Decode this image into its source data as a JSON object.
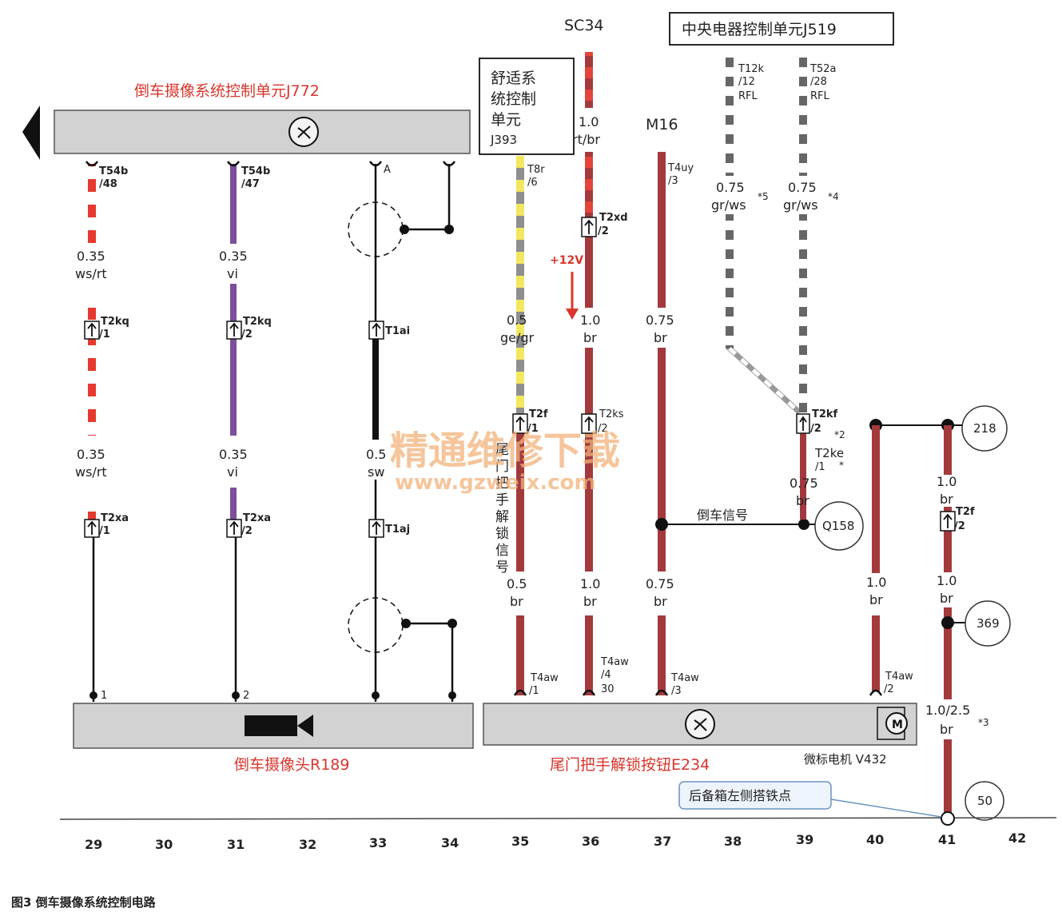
{
  "units": {
    "j772": "倒车摄像系统控制单元J772",
    "j393": [
      "舒适系",
      "统控制",
      "单元",
      "J393"
    ],
    "j519": "中央电器控制单元J519",
    "r189": "倒车摄像头R189",
    "e234": "尾门把手解锁按钮E234",
    "v432": "微标电机 V432"
  },
  "fuses": {
    "sc34": "SC34",
    "m16": "M16"
  },
  "connectors": {
    "t54b_48": [
      "T54b",
      "/48"
    ],
    "t54b_47": [
      "T54b",
      "/47"
    ],
    "shield_a": "A",
    "t8r_6": [
      "T8r",
      "/6"
    ],
    "t4uy_3": [
      "T4uy",
      "/3"
    ],
    "t12k_12": [
      "T12k",
      "/12",
      "RFL"
    ],
    "t52a_28": [
      "T52a",
      "/28",
      "RFL"
    ],
    "t2xd_2": [
      "T2xd",
      "/2"
    ],
    "t2kq_1": [
      "T2kq",
      "/1"
    ],
    "t2kq_2": [
      "T2kq",
      "/2"
    ],
    "t1ai": "T1ai",
    "t2f_1": [
      "T2f",
      "/1"
    ],
    "t2ks_2": [
      "T2ks",
      "/2"
    ],
    "t2kf_2": [
      "T2kf",
      "/2"
    ],
    "t2ke_1": [
      "T2ke",
      "/1"
    ],
    "t2f_2": [
      "T2f",
      "/2"
    ],
    "t2xa_1": [
      "T2xa",
      "/1"
    ],
    "t2xa_2": [
      "T2xa",
      "/2"
    ],
    "t1aj": "T1aj",
    "t4aw_1": [
      "T4aw",
      "/1"
    ],
    "t4aw_4_30": [
      "T4aw",
      "/4",
      "30"
    ],
    "t4aw_3": [
      "T4aw",
      "/3"
    ],
    "t4aw_2": [
      "T4aw",
      "/2"
    ],
    "pin1": "1",
    "pin2": "2"
  },
  "wire_labels": {
    "w29a": [
      "0.35",
      "ws/rt"
    ],
    "w31a": [
      "0.35",
      "vi"
    ],
    "w29b": [
      "0.35",
      "ws/rt"
    ],
    "w31b": [
      "0.35",
      "vi"
    ],
    "w33": [
      "0.5",
      "sw"
    ],
    "w35a": [
      "0.5",
      "ge/gr"
    ],
    "w35b": [
      "0.5",
      "br"
    ],
    "w36top": [
      "1.0",
      "rt/br"
    ],
    "w36a": [
      "1.0",
      "br"
    ],
    "w36b": [
      "1.0",
      "br"
    ],
    "w37a": [
      "0.75",
      "br"
    ],
    "w37b": [
      "0.75",
      "br"
    ],
    "w38": [
      "0.75",
      "gr/ws"
    ],
    "w39a": [
      "0.75",
      "gr/ws"
    ],
    "w39b": [
      "0.75",
      "br"
    ],
    "w40": [
      "1.0",
      "br"
    ],
    "w41a": [
      "1.0",
      "br"
    ],
    "w41b": [
      "1.0",
      "br"
    ],
    "w41c": [
      "1.0/2.5",
      "br"
    ]
  },
  "notes": {
    "n5": "*5",
    "n4": "*4",
    "n2": "*2",
    "n3": "*3",
    "ke_star": "*"
  },
  "voltage": "+12V",
  "signals": {
    "reverse": "倒车信号",
    "tailgate_vertical": [
      "尾",
      "门",
      "把",
      "手",
      "解",
      "锁",
      "信",
      "号"
    ]
  },
  "refs": {
    "r218": "218",
    "q158": "Q158",
    "r369": "369",
    "r50": "50"
  },
  "ground": "后备箱左侧搭铁点",
  "watermark": {
    "cn": "精通维修下载",
    "url": "www.gzweix.com"
  },
  "columns": [
    "29",
    "30",
    "31",
    "32",
    "33",
    "34",
    "35",
    "36",
    "37",
    "38",
    "39",
    "40",
    "41",
    "42"
  ],
  "caption": "图3   倒车摄像系统控制电路",
  "colors": {
    "red_title": "#d9352c",
    "wire_brown": "#a23a3d",
    "wire_violet": "#7c4f9a",
    "wire_black": "#111111",
    "wire_yellow": "#f2e860",
    "wire_gray": "#8f8f8f",
    "module_fill": "#d2d2d2"
  }
}
